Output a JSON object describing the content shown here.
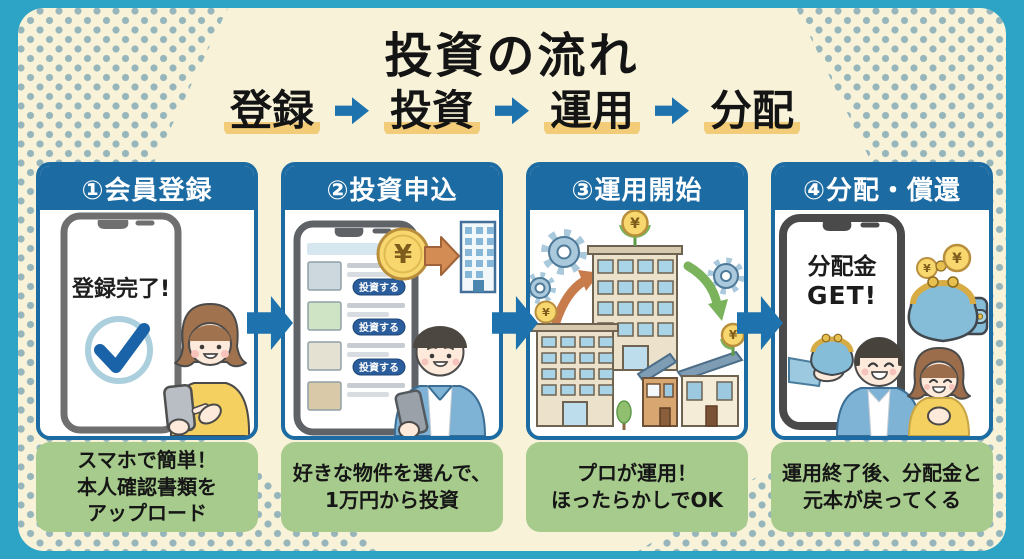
{
  "infographic": {
    "title": "投資の流れ",
    "flow_steps": [
      {
        "label": "登録"
      },
      {
        "label": "投資"
      },
      {
        "label": "運用"
      },
      {
        "label": "分配"
      }
    ],
    "cards": [
      {
        "header": "①会員登録",
        "caption_lines": [
          "スマホで簡単！",
          "本人確認書類を",
          "アップロード"
        ],
        "phone_text": "登録完了!"
      },
      {
        "header": "②投資申込",
        "caption_lines": [
          "好きな物件を選んで、",
          "1万円から投資"
        ],
        "invest_button_label": "投資する",
        "coin_symbol": "¥"
      },
      {
        "header": "③運用開始",
        "caption_lines": [
          "プロが運用！",
          "ほったらかしでOK"
        ],
        "coin_symbol": "¥"
      },
      {
        "header": "④分配・償還",
        "caption_lines": [
          "運用終了後、分配金と",
          "元本が戻ってくる"
        ],
        "phone_text_line1": "分配金",
        "phone_text_line2": "GET!",
        "coin_symbol": "¥"
      }
    ],
    "colors": {
      "outer_background": "#2da4c6",
      "panel_background": "#f8f3d8",
      "dot_pattern": "#97b6bc",
      "card_header_blue": "#1d6ba3",
      "arrow_blue": "#1e72ae",
      "highlight_yellow": "#f2cc79",
      "caption_green": "#a6cb8c",
      "coin_yellow": "#f7d76e"
    }
  }
}
